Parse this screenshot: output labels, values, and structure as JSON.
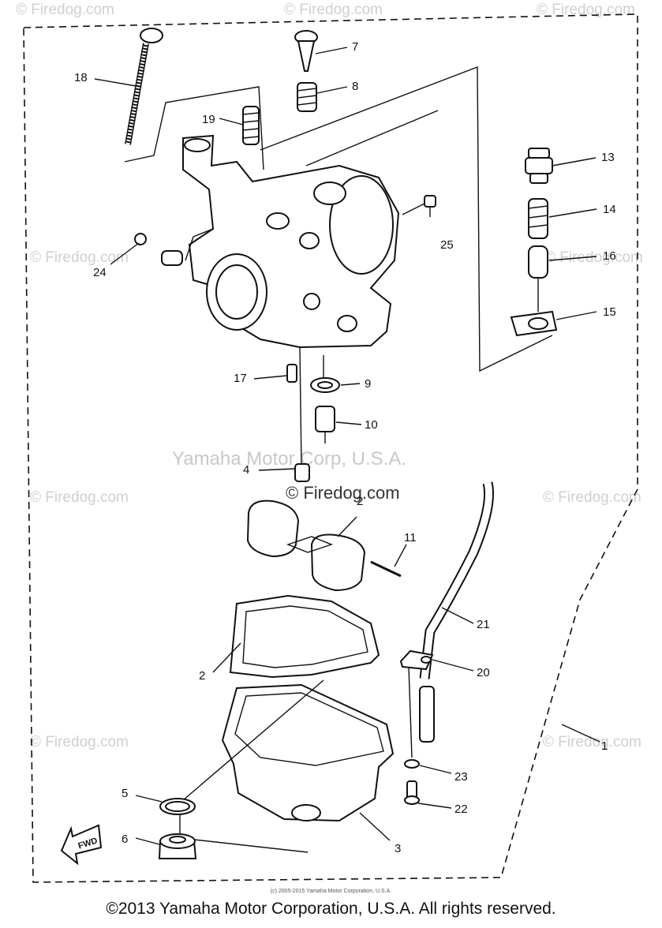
{
  "watermarks": {
    "firedog": "© Firedog.com",
    "center_company": "Yamaha Motor Corp, U.S.A.",
    "center_firedog": "© Firedog.com"
  },
  "fwd_label": "FWD",
  "callouts": {
    "c1": "1",
    "c2a": "2",
    "c2b": "2",
    "c3": "3",
    "c4": "4",
    "c5": "5",
    "c6": "6",
    "c7": "7",
    "c8": "8",
    "c9": "9",
    "c10": "10",
    "c11": "11",
    "c13": "13",
    "c14": "14",
    "c15": "15",
    "c16": "16",
    "c17": "17",
    "c18": "18",
    "c19": "19",
    "c20": "20",
    "c21": "21",
    "c22": "22",
    "c23": "23",
    "c24": "24",
    "c25": "25"
  },
  "small_copyright": "(c) 2005-2015 Yamaha Motor Corporation, U.S.A.",
  "footer": "©2013 Yamaha Motor Corporation, U.S.A. All rights reserved."
}
